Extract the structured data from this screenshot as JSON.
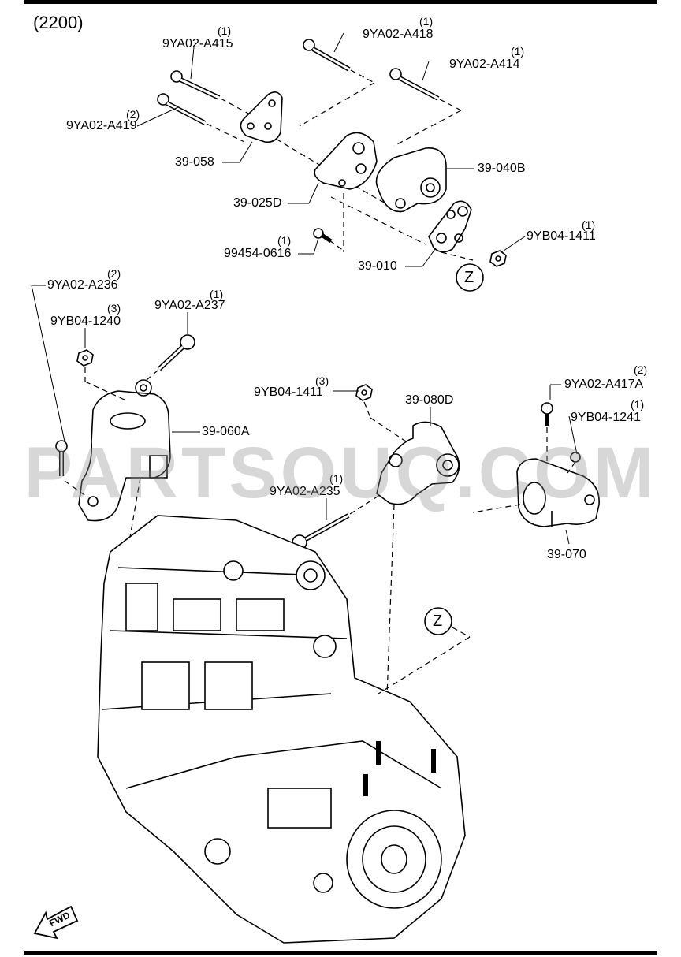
{
  "diagram_code": "(2200)",
  "watermark": "PARTSOUQ.COM",
  "fwd_label": "FWD",
  "callout_z": "Z",
  "parts": [
    {
      "id": "p1",
      "number": "9YA02-A415",
      "qty": "(1)"
    },
    {
      "id": "p2",
      "number": "9YA02-A418",
      "qty": "(1)"
    },
    {
      "id": "p3",
      "number": "9YA02-A414",
      "qty": "(1)"
    },
    {
      "id": "p4",
      "number": "9YA02-A419",
      "qty": "(2)"
    },
    {
      "id": "p5",
      "number": "39-058",
      "qty": ""
    },
    {
      "id": "p6",
      "number": "39-040B",
      "qty": ""
    },
    {
      "id": "p7",
      "number": "39-025D",
      "qty": ""
    },
    {
      "id": "p8",
      "number": "99454-0616",
      "qty": "(1)"
    },
    {
      "id": "p9",
      "number": "9YB04-1411",
      "qty": "(1)"
    },
    {
      "id": "p10",
      "number": "39-010",
      "qty": ""
    },
    {
      "id": "p11",
      "number": "9YA02-A236",
      "qty": "(2)"
    },
    {
      "id": "p12",
      "number": "9YA02-A237",
      "qty": "(1)"
    },
    {
      "id": "p13",
      "number": "9YB04-1240",
      "qty": "(3)"
    },
    {
      "id": "p14",
      "number": "9YB04-1411",
      "qty": "(3)"
    },
    {
      "id": "p15",
      "number": "39-080D",
      "qty": ""
    },
    {
      "id": "p16",
      "number": "9YA02-A417A",
      "qty": "(2)"
    },
    {
      "id": "p17",
      "number": "9YB04-1241",
      "qty": "(1)"
    },
    {
      "id": "p18",
      "number": "39-060A",
      "qty": ""
    },
    {
      "id": "p19",
      "number": "9YA02-A235",
      "qty": "(1)"
    },
    {
      "id": "p20",
      "number": "39-070",
      "qty": ""
    }
  ]
}
